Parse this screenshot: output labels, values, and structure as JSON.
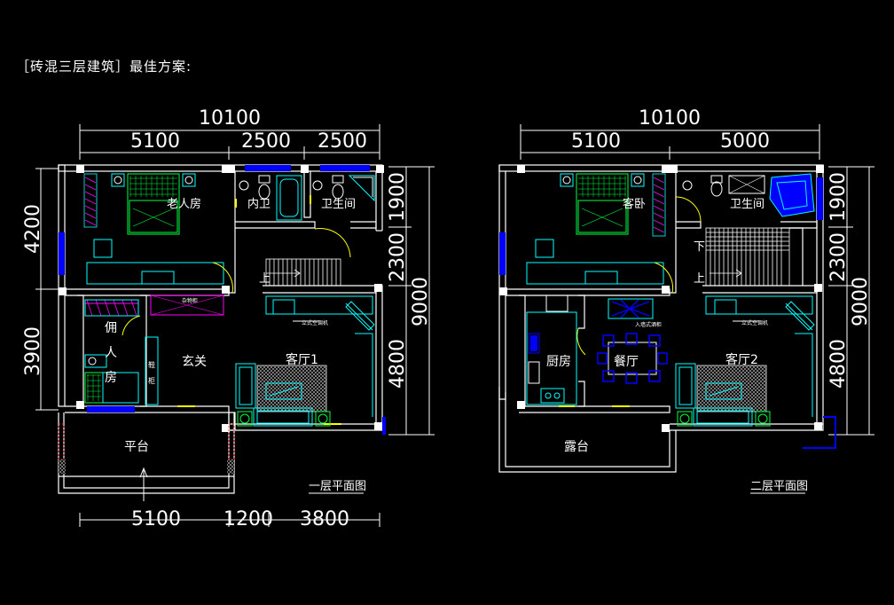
{
  "title": "［砖混三层建筑］最佳方案:",
  "plan1": {
    "caption": "一层平面图",
    "top_total": "10100",
    "top_dims": [
      "5100",
      "2500",
      "2500"
    ],
    "bottom_dims": [
      "5100",
      "1200",
      "3800"
    ],
    "left_dims": [
      "4200",
      "3900"
    ],
    "right_dims": [
      "1900",
      "2300",
      "4800"
    ],
    "right_total": "9000",
    "rooms": {
      "elder_room": "老人房",
      "inner_bath": "内卫",
      "bathroom": "卫生间",
      "servant_1": "佣",
      "servant_2": "人",
      "servant_3": "房",
      "foyer": "玄关",
      "shoe_cabinet_1": "鞋",
      "shoe_cabinet_2": "柜",
      "living": "客厅1",
      "platform": "平台",
      "up": "上"
    },
    "small_labels": [
      "杂物柜",
      "立式空调机"
    ]
  },
  "plan2": {
    "caption": "二层平面图",
    "top_total": "10100",
    "top_dims": [
      "5100",
      "5000"
    ],
    "right_dims": [
      "1900",
      "2300",
      "4800"
    ],
    "right_total": "9000",
    "rooms": {
      "guest_bedroom": "客卧",
      "bathroom": "卫生间",
      "kitchen": "厨房",
      "dining": "餐厅",
      "living": "客厅2",
      "terrace": "露台",
      "down": "下",
      "up": "上"
    },
    "small_labels": [
      "入墙式酒柜",
      "立式空调机"
    ]
  },
  "colors": {
    "wall": "#ffffff",
    "cyan": "#00ffff",
    "green": "#00ff40",
    "blue": "#0000ff",
    "yellow": "#ffff00",
    "magenta": "#ff00ff",
    "red": "#ff3030"
  }
}
